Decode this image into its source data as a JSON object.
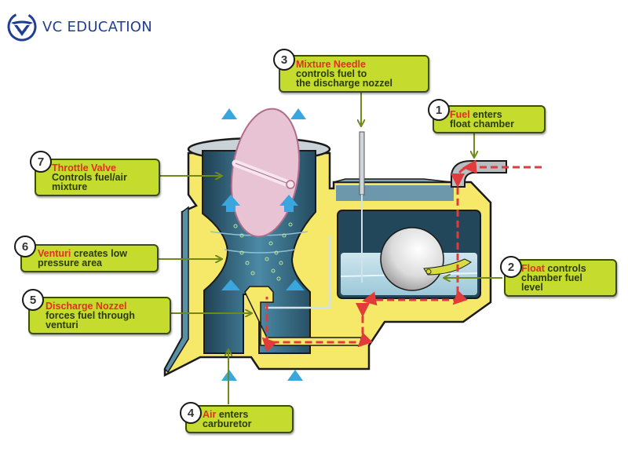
{
  "brand": {
    "name": "VC EDUCATION",
    "logo_icon": "winged-v-emblem-icon",
    "color": "#1f3f95"
  },
  "colors": {
    "callout_fill": "#c5dc2f",
    "callout_border": "#3d4d10",
    "keyword": "#e0301e",
    "body_text": "#2b3a0c",
    "housing": "#f6e96a",
    "chamber": "#2e5a6e",
    "fuel_flow": "#e23b3b",
    "air_flow": "#3aa6de"
  },
  "callouts": [
    {
      "number": "1",
      "keyword": "Fuel",
      "line1_rest": " enters",
      "line2": "float chamber",
      "line3": ""
    },
    {
      "number": "2",
      "keyword": "Float",
      "line1_rest": " controls",
      "line2": "chamber fuel",
      "line3": "level"
    },
    {
      "number": "3",
      "keyword": "Mixture Needle",
      "line1_rest": "",
      "line2": "controls fuel to",
      "line3": "the discharge nozzel"
    },
    {
      "number": "4",
      "keyword": "Air",
      "line1_rest": " enters",
      "line2": "carburetor",
      "line3": ""
    },
    {
      "number": "5",
      "keyword": "Discharge Nozzel",
      "line1_rest": "",
      "line2": "forces fuel through",
      "line3": "venturi"
    },
    {
      "number": "6",
      "keyword": "Venturi",
      "line1_rest": " creates low",
      "line2": "pressure area",
      "line3": ""
    },
    {
      "number": "7",
      "keyword": "Throttle Valve",
      "line1_rest": "",
      "line2": "Controls fuel/air",
      "line3": "mixture"
    }
  ],
  "parts": {
    "throttle_valve": "throttle-valve-disc",
    "venturi": "venturi-throat",
    "float": "float-ball",
    "float_chamber": "float-chamber",
    "mixture_needle": "mixture-needle",
    "discharge_nozzle": "discharge-nozzle",
    "fuel_inlet": "fuel-inlet-pipe"
  }
}
